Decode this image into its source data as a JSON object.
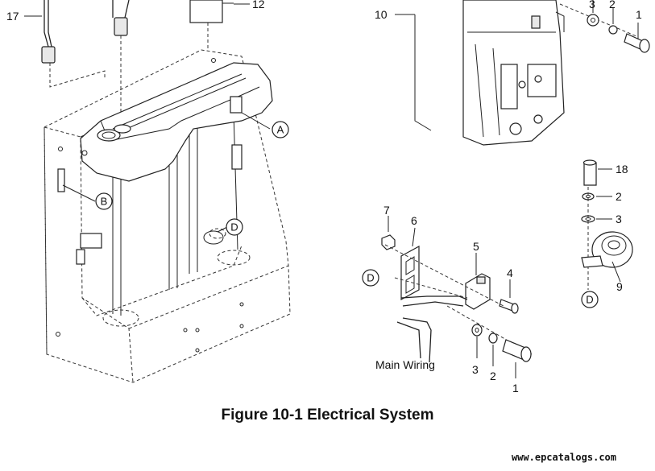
{
  "figure": {
    "caption": "Figure 10-1 Electrical System",
    "watermark": "www.epcatalogs.com"
  },
  "part_labels": {
    "p17": "17",
    "p12": "12",
    "p10": "10",
    "p3_top": "3",
    "p2_top": "2",
    "p1_top": "1",
    "p18": "18",
    "p2_horn": "2",
    "p3_horn": "3",
    "p9": "9",
    "p7": "7",
    "p6": "6",
    "p5": "5",
    "p4": "4",
    "p3_bottom": "3",
    "p2_bottom": "2",
    "p1_bottom": "1",
    "main_wiring": "Main Wiring"
  },
  "callouts": {
    "a": "A",
    "b": "B",
    "d_frame": "D",
    "d_switch": "D",
    "d_horn": "D"
  }
}
